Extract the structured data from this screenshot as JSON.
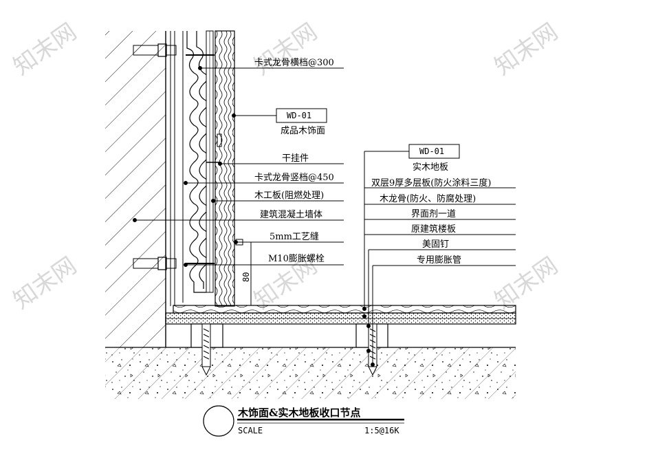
{
  "watermark": "知末网",
  "callouts": {
    "l1": "卡式龙骨横档@300",
    "l2_tag": "WD-01",
    "l2": "成品木饰面",
    "l3": "干挂件",
    "l4": "卡式龙骨竖档@450",
    "l5": "木工板(阻燃处理)",
    "l6": "建筑混凝土墙体",
    "l7": "5mm工艺缝",
    "l8": "M10膨胀螺栓",
    "r_tag": "WD-01",
    "r1": "实木地板",
    "r2": "双层9厚多层板(防火涂料三度)",
    "r3": "木龙骨(防火、防腐处理)",
    "r4": "界面剂一道",
    "r5": "原建筑楼板",
    "r6": "美固钉",
    "r7": "专用膨胀管"
  },
  "dimension": "80",
  "title_block": {
    "title": "木饰面&实木地板收口节点",
    "scale_label": "SCALE",
    "scale_value": "1:5@16K"
  }
}
